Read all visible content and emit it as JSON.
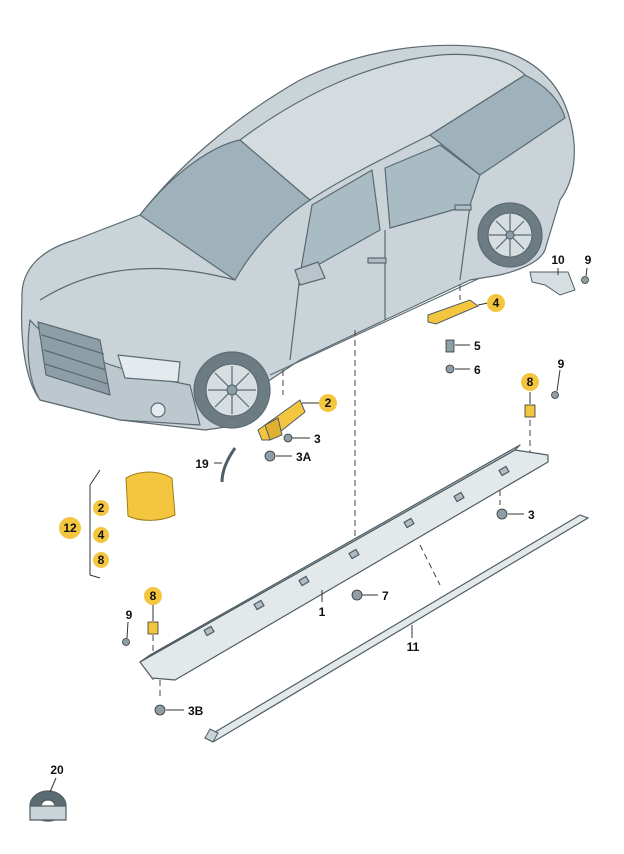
{
  "colors": {
    "car_fill": "#c9d3d8",
    "car_stroke": "#5b6a72",
    "glass": "#9fb2bb",
    "part_fill": "#e3e8ea",
    "highlight": "#f4c63f",
    "text": "#111111"
  },
  "callouts": {
    "c1": "1",
    "c2": "2",
    "c3a": "3",
    "c3A": "3A",
    "c3b": "3",
    "c3B": "3B",
    "c4": "4",
    "c5": "5",
    "c6": "6",
    "c7": "7",
    "c8a": "8",
    "c8b": "8",
    "c9a": "9",
    "c9b": "9",
    "c9c": "9",
    "c10": "10",
    "c11": "11",
    "c12": "12",
    "c19": "19",
    "c20": "20",
    "kit2": "2",
    "kit4": "4",
    "kit8": "8"
  }
}
